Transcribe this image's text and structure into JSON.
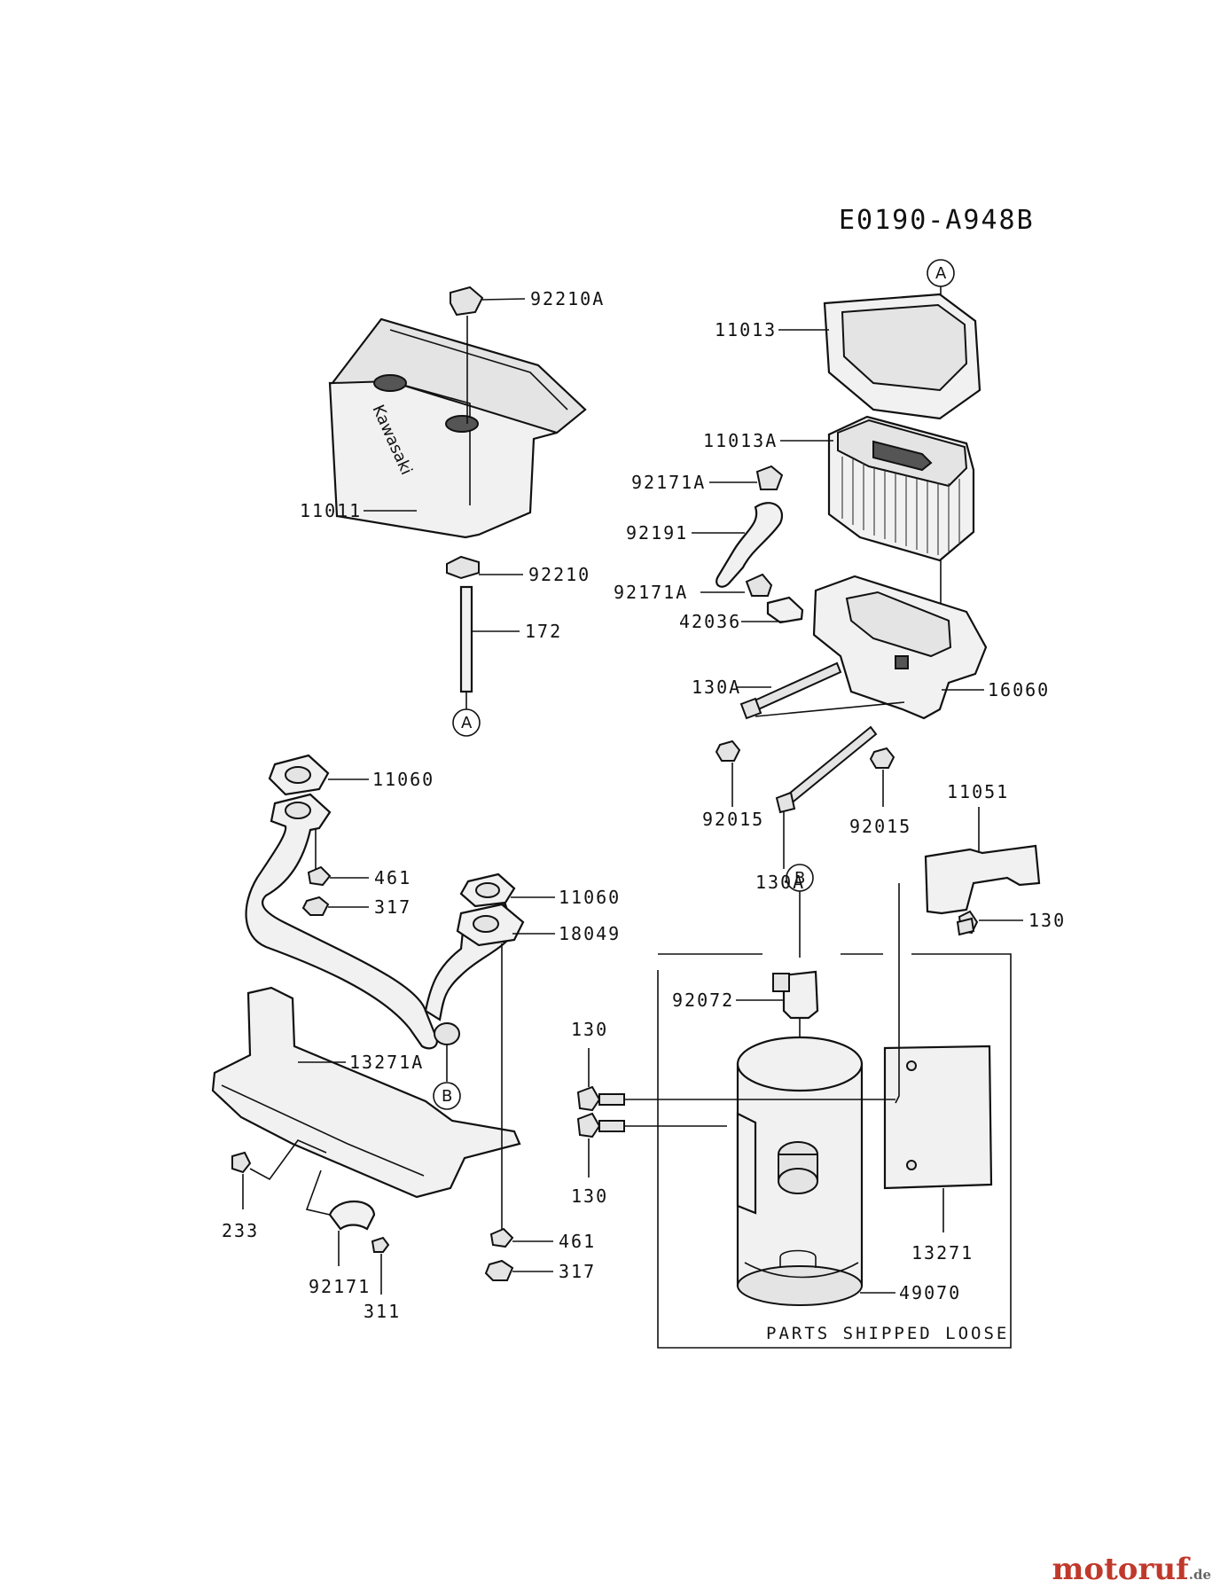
{
  "diagram": {
    "code": "E0190-A948B",
    "parts_shipped_loose": "PARTS SHIPPED LOOSE",
    "callouts": {
      "a": "A",
      "b": "B"
    },
    "labels": {
      "p92210A": "92210A",
      "p11011": "11011",
      "p92210": "92210",
      "p172": "172",
      "p11013": "11013",
      "p11013A": "11013A",
      "p92171A_1": "92171A",
      "p92191": "92191",
      "p92171A_2": "92171A",
      "p42036": "42036",
      "p130A_1": "130A",
      "p16060": "16060",
      "p92015_1": "92015",
      "p130A_2": "130A",
      "p92015_2": "92015",
      "p11060_1": "11060",
      "p461_1": "461",
      "p317_1": "317",
      "p11060_2": "11060",
      "p18049": "18049",
      "p13271A": "13271A",
      "p233": "233",
      "p92171": "92171",
      "p311": "311",
      "p461_2": "461",
      "p317_2": "317",
      "p11051": "11051",
      "p130_1": "130",
      "p92072": "92072",
      "p130_2": "130",
      "p130_3": "130",
      "p13271": "13271",
      "p49070": "49070"
    },
    "brand_text": "Kawasaki"
  },
  "watermark": {
    "name": "motoruf",
    "tld": ".de"
  }
}
